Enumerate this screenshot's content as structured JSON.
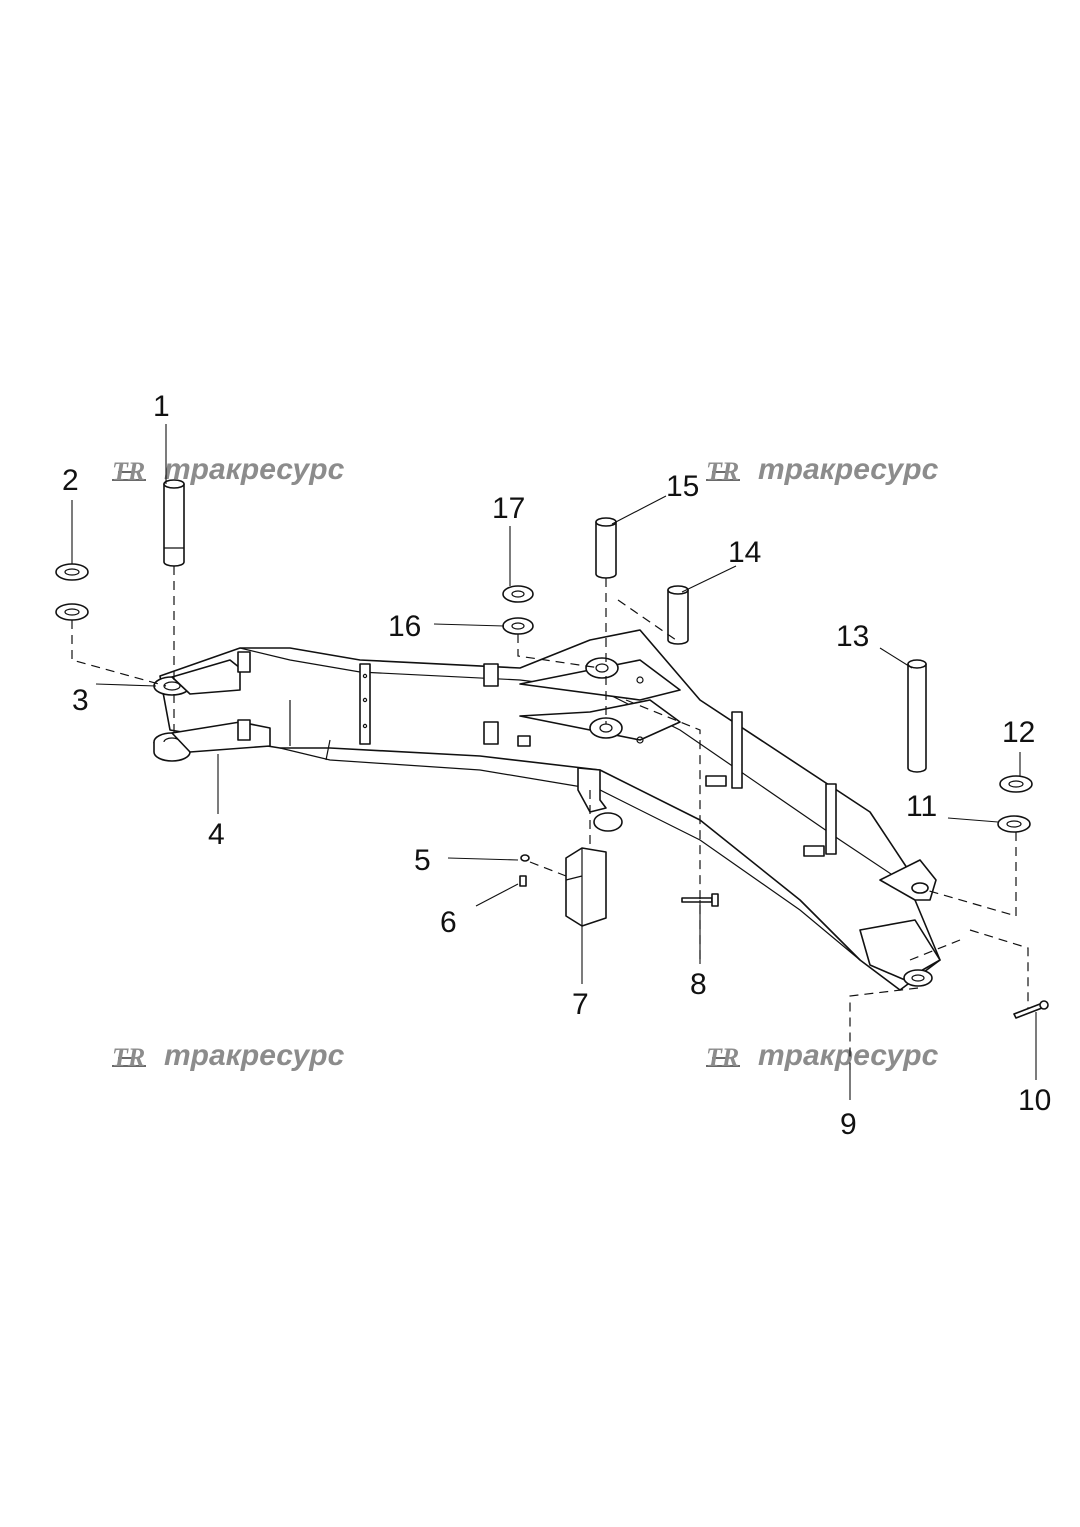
{
  "diagram": {
    "callouts": [
      "1",
      "2",
      "3",
      "4",
      "5",
      "6",
      "7",
      "8",
      "9",
      "10",
      "11",
      "12",
      "13",
      "14",
      "15",
      "16",
      "17"
    ],
    "watermark_text": "тракресурс",
    "watermark_logo": "TR"
  },
  "colors": {
    "watermark": "#8c8c8c",
    "line": "#111111",
    "background": "#ffffff"
  }
}
